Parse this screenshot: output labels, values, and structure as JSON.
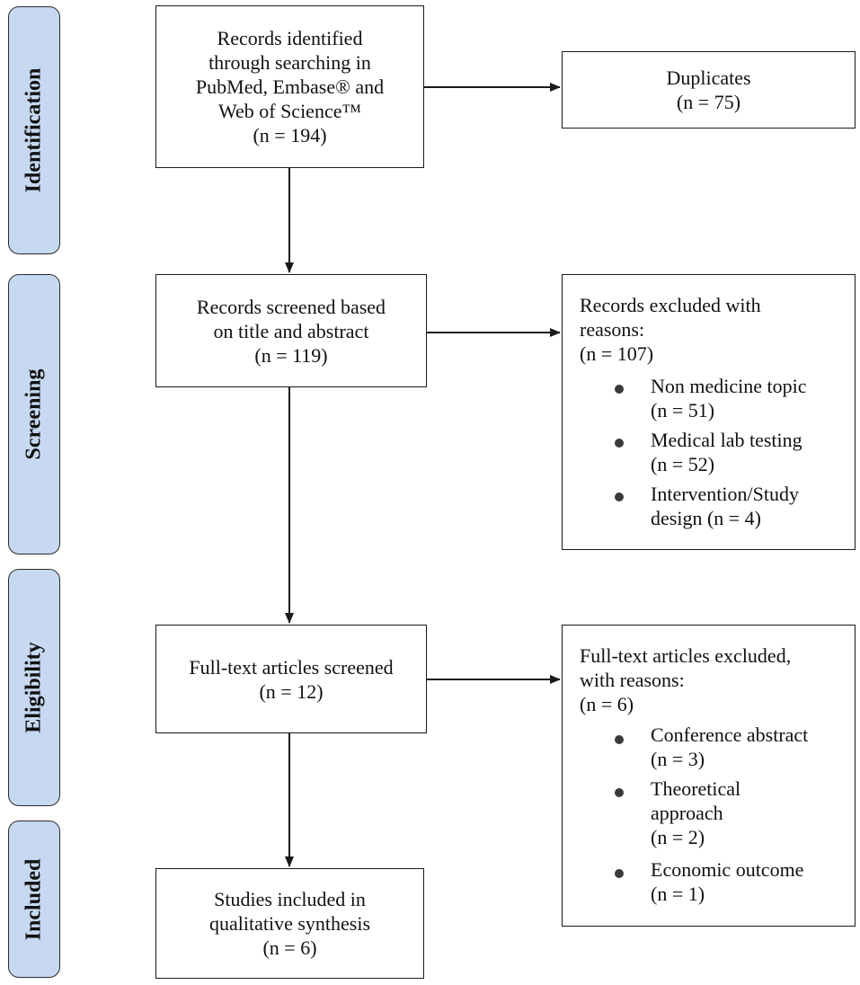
{
  "phases": {
    "identification": "Identification",
    "screening": "Screening",
    "eligibility": "Eligibility",
    "included": "Included"
  },
  "identified": {
    "lines": [
      "Records identified",
      "through searching in",
      "PubMed, Embase® and",
      "Web of Science™",
      "(n = 194)"
    ]
  },
  "duplicates": {
    "lines": [
      "Duplicates",
      "(n = 75)"
    ]
  },
  "screened": {
    "lines": [
      "Records screened based",
      "on title and abstract",
      "(n = 119)"
    ]
  },
  "excluded_screening": {
    "header": [
      "Records excluded with",
      "reasons:",
      "(n = 107)"
    ],
    "reasons": [
      {
        "lines": [
          "Non medicine topic",
          "(n = 51)"
        ]
      },
      {
        "lines": [
          "Medical lab testing",
          "(n = 52)"
        ]
      },
      {
        "lines": [
          "Intervention/Study",
          "design (n = 4)"
        ]
      }
    ]
  },
  "fulltext": {
    "lines": [
      "Full-text articles screened",
      "(n = 12)"
    ]
  },
  "excluded_fulltext": {
    "header": [
      "Full-text articles excluded,",
      "with reasons:",
      "(n = 6)"
    ],
    "reasons": [
      {
        "lines": [
          "Conference abstract",
          "(n = 3)"
        ]
      },
      {
        "lines": [
          "Theoretical",
          "approach",
          "(n = 2)"
        ]
      },
      {
        "lines": [
          "Economic outcome",
          "(n = 1)"
        ]
      }
    ]
  },
  "included": {
    "lines": [
      "Studies included in",
      "qualitative synthesis",
      "(n = 6)"
    ]
  }
}
